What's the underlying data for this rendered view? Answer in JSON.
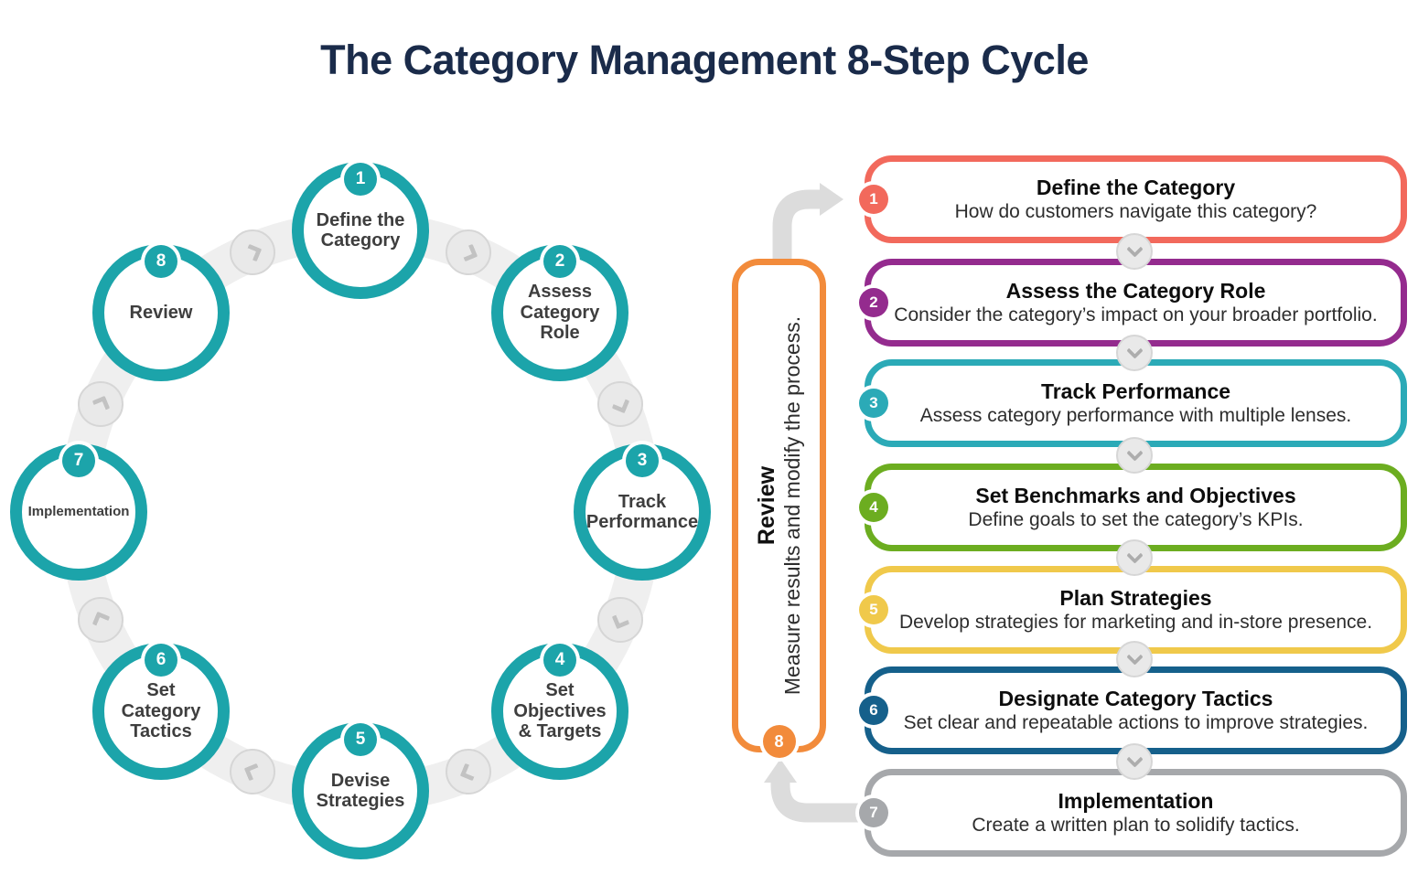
{
  "title": "The Category Management 8-Step Cycle",
  "colors": {
    "title_navy": "#1A2B4A",
    "cycle_teal": "#1CA4AA",
    "track_gray": "#EFEFEF",
    "arrow_gray": "#DCDCDC"
  },
  "cycle": {
    "steps": [
      {
        "num": "1",
        "label": "Define the\nCategory"
      },
      {
        "num": "2",
        "label": "Assess\nCategory\nRole"
      },
      {
        "num": "3",
        "label": "Track\nPerformance"
      },
      {
        "num": "4",
        "label": "Set\nObjectives\n& Targets"
      },
      {
        "num": "5",
        "label": "Devise\nStrategies"
      },
      {
        "num": "6",
        "label": "Set\nCategory\nTactics"
      },
      {
        "num": "7",
        "label": "Implementation"
      },
      {
        "num": "8",
        "label": "Review"
      }
    ]
  },
  "panel": {
    "review": {
      "num": "8",
      "title": "Review",
      "description": "Measure results and modify the process.",
      "color": "#F28B3B"
    },
    "steps": [
      {
        "num": "1",
        "title": "Define the Category",
        "description": "How do customers navigate this category?",
        "color": "#F2695C"
      },
      {
        "num": "2",
        "title": "Assess the Category Role",
        "description": "Consider the category’s impact on your broader portfolio.",
        "color": "#942B8E"
      },
      {
        "num": "3",
        "title": "Track Performance",
        "description": "Assess category performance with multiple lenses.",
        "color": "#2BAAB7"
      },
      {
        "num": "4",
        "title": "Set Benchmarks and Objectives",
        "description": "Define goals to set the category’s KPIs.",
        "color": "#6CAD20"
      },
      {
        "num": "5",
        "title": "Plan Strategies",
        "description": "Develop strategies for marketing and in-store presence.",
        "color": "#F0C94B"
      },
      {
        "num": "6",
        "title": "Designate Category Tactics",
        "description": "Set clear and repeatable actions to improve strategies.",
        "color": "#15608B"
      },
      {
        "num": "7",
        "title": "Implementation",
        "description": "Create a written plan to solidify tactics.",
        "color": "#A6A8AB"
      }
    ]
  }
}
